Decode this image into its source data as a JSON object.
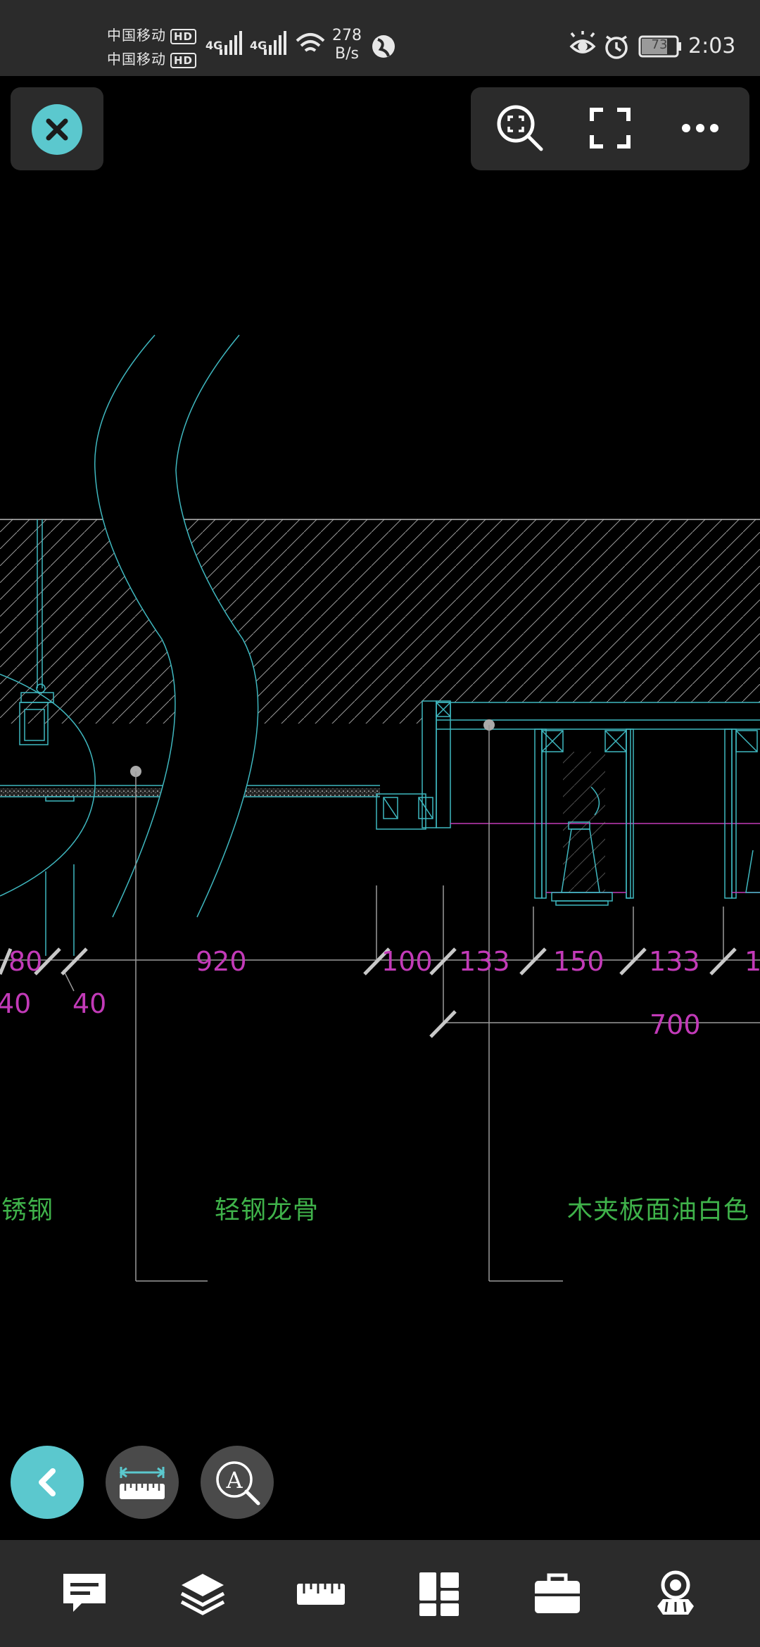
{
  "status_bar": {
    "carrier_1": "中国移动",
    "carrier_2": "中国移动",
    "hd_badge": "HD",
    "network_1": "4G",
    "network_2": "4G",
    "net_speed_value": "278",
    "net_speed_unit": "B/s",
    "battery": "73",
    "time": "2:03"
  },
  "toolbar": {
    "icons": [
      "close-icon",
      "zoom-fit-icon",
      "fullscreen-icon",
      "more-icon"
    ]
  },
  "drawing": {
    "dimensions": {
      "d80": "80",
      "d920": "920",
      "d100": "100",
      "d133a": "133",
      "d150": "150",
      "d133b": "133",
      "d1": "1",
      "d40a": "40",
      "d40b": "40",
      "d700": "700"
    },
    "labels": {
      "stainless": "锈钢",
      "light_steel_keel": "轻钢龙骨",
      "wood_panel": "木夹板面油白色"
    },
    "colors": {
      "dimension": "#c23ab8",
      "label": "#3fb24a",
      "outline": "#3fb8c0"
    }
  },
  "bottom_nav": {
    "items": [
      "comment-icon",
      "layers-icon",
      "ruler-icon",
      "layout-icon",
      "toolbox-icon",
      "viewpoint-icon"
    ]
  },
  "floating_buttons": [
    "back-icon",
    "measure-icon",
    "text-search-icon"
  ]
}
